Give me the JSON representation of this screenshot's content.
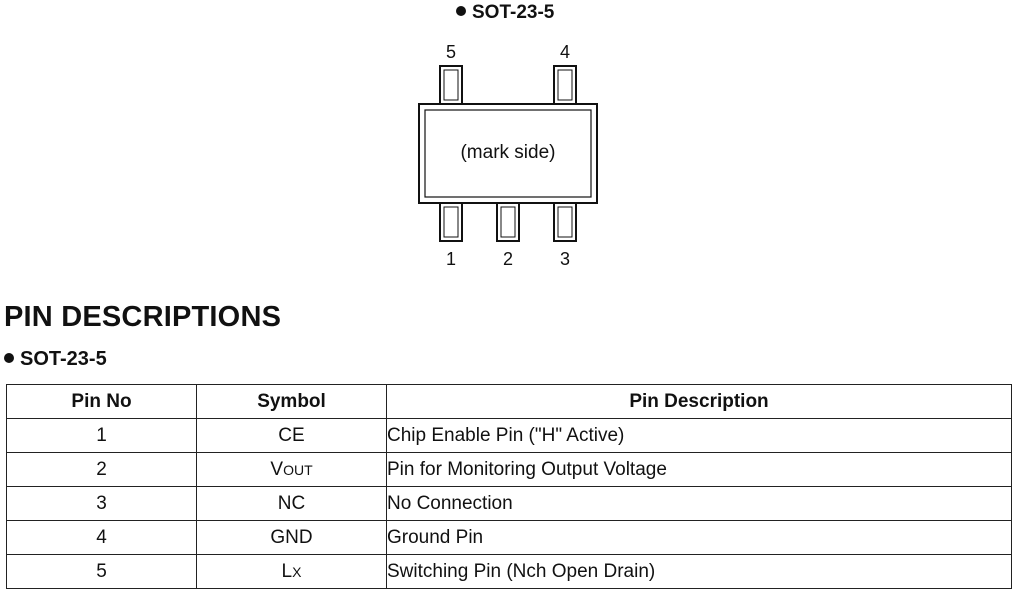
{
  "package_heading": "SOT-23-5",
  "diagram": {
    "mark_label": "(mark side)",
    "top_pins": [
      "5",
      "4"
    ],
    "bottom_pins": [
      "1",
      "2",
      "3"
    ]
  },
  "section_title": "PIN DESCRIPTIONS",
  "sub_heading": "SOT-23-5",
  "table": {
    "headers": [
      "Pin No",
      "Symbol",
      "Pin Description"
    ],
    "rows": [
      {
        "pin": "1",
        "symbol_main": "CE",
        "symbol_sub": "",
        "description": "Chip Enable Pin (\"H\" Active)"
      },
      {
        "pin": "2",
        "symbol_main": "V",
        "symbol_sub": "OUT",
        "description": "Pin for Monitoring Output Voltage"
      },
      {
        "pin": "3",
        "symbol_main": "NC",
        "symbol_sub": "",
        "description": "No Connection"
      },
      {
        "pin": "4",
        "symbol_main": "GND",
        "symbol_sub": "",
        "description": "Ground Pin"
      },
      {
        "pin": "5",
        "symbol_main": "L",
        "symbol_sub": "X",
        "description": "Switching Pin (Nch Open Drain)"
      }
    ]
  }
}
